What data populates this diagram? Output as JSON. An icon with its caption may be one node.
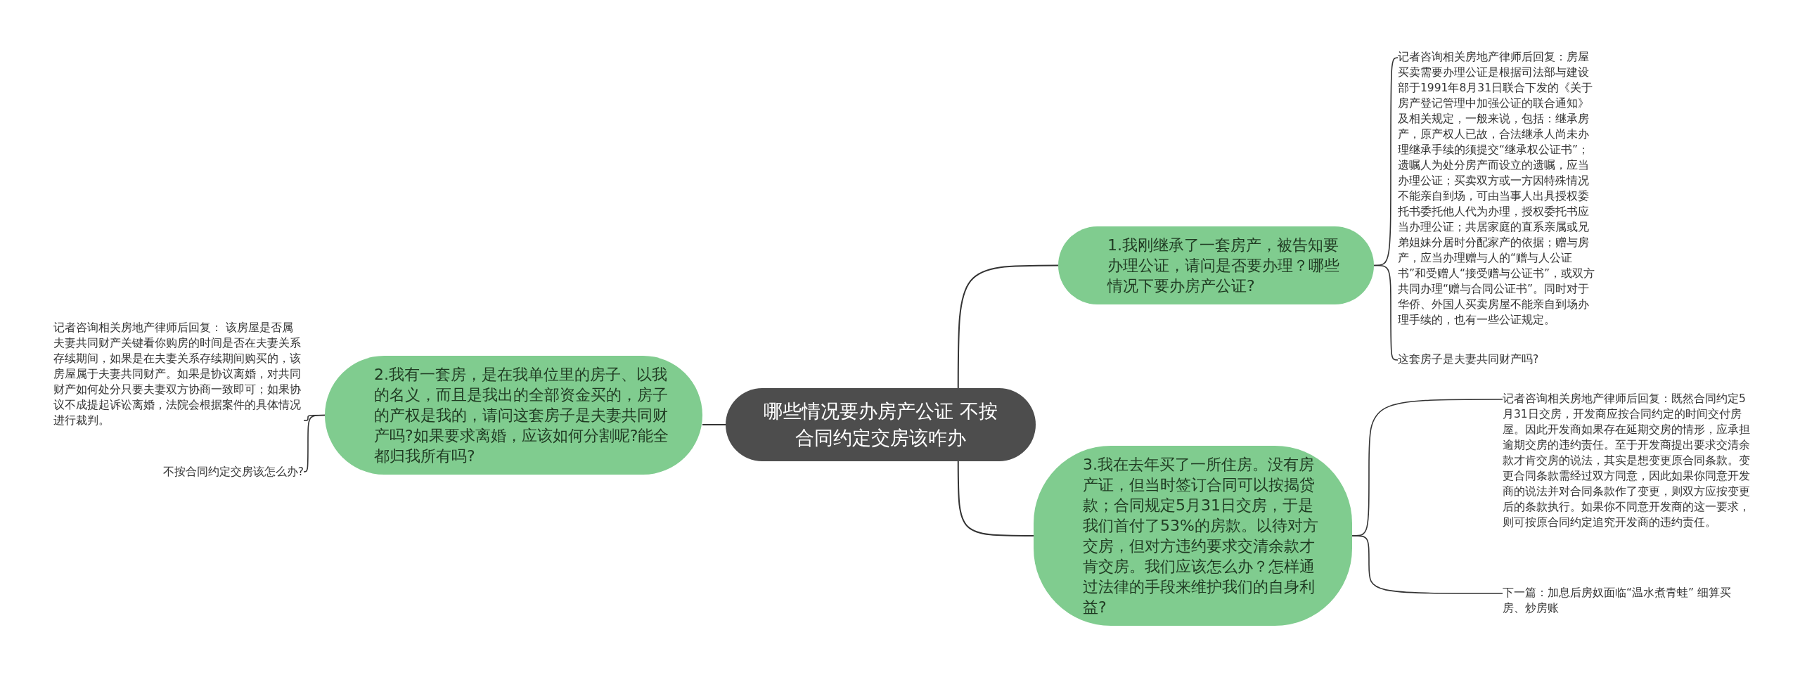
{
  "diagram": {
    "nodes": [
      {
        "text": [
          "哪些情况要办房产公证 不按合同约定交房该咋办"
        ]
      },
      {
        "text": [
          "1.我刚继承了一套房产，被告知要办理公证，请问是否要办理？哪些情况下要办房产公证?"
        ]
      },
      {
        "text": [
          "记者咨询相关房地产律师后回复：房屋买卖需要办理公证是根据司法部与建设部于1991年8月31日联合下发的《关于房产登记管理中加强公证的联合通知》及相关规定，一般来说，包括：继承房产，原产权人已故，合法继承人尚未办理继承手续的须提交“继承权公证书”；遗嘱人为处分房产而设立的遗嘱，应当办理公证；买卖双方或一方因特殊情况不能亲自到场，可由当事人出具授权委托书委托他人代为办理，授权委托书应当办理公证；共居家庭的直系亲属或兄弟姐妹分居时分配家产的依据；赠与房产，应当办理赠与人的“赠与人公证书”和受赠人“接受赠与公证书”，或双方共同办理“赠与合同公证书”。同时对于华侨、外国人买卖房屋不能亲自到场办理手续的，也有一些公证规定。"
        ]
      },
      {
        "text": [
          "这套房子是夫妻共同财产吗?"
        ]
      },
      {
        "text": [
          "2.我有一套房，是在我单位里的房子、以我的名义，而且是我出的全部资金买的，房子的产权是我的，请问这套房子是夫妻共同财产吗?如果要求离婚，应该如何分割呢?能全都归我所有吗?"
        ]
      },
      {
        "text": [
          "记者咨询相关房地产律师后回复： 该房屋是否属夫妻共同财产关键看你购房的时间是否在夫妻关系存续期间，如果是在夫妻关系存续期间购买的，该房屋属于夫妻共同财产。如果是协议离婚，对共同财产如何处分只要夫妻双方协商一致即可；如果协议不成提起诉讼离婚，法院会根据案件的具体情况进行裁判。"
        ]
      },
      {
        "text": [
          "不按合同约定交房该怎么办?"
        ]
      },
      {
        "text": [
          "3.我在去年买了一所住房。没有房产证，但当时签订合同可以按揭贷款；合同规定5月31日交房，于是我们首付了53%的房款。以待对方交房，但对方违约要求交清余款才肯交房。我们应该怎么办？怎样通过法律的手段来维护我们的自身利益?"
        ]
      },
      {
        "text": [
          "记者咨询相关房地产律师后回复：既然合同约定5月31日交房，开发商应按合同约定的时间交付房屋。因此开发商如果存在延期交房的情形，应承担逾期交房的违约责任。至于开发商提出要求交清余款才肯交房的说法，其实是想变更原合同条款。变更合同条款需经过双方同意，因此如果你同意开发商的说法并对合同条款作了变更，则双方应按变更后的条款执行。如果你不同意开发商的这一要求，则可按原合同约定追究开发商的违约责任。"
        ]
      },
      {
        "text": [
          "下一篇：加息后房奴面临“温水煮青蛙” 细算买房、炒房账"
        ]
      }
    ],
    "edges": [
      {
        "from": 0,
        "to": 1,
        "arrow": "none"
      },
      {
        "from": 0,
        "to": 4,
        "arrow": "none"
      },
      {
        "from": 0,
        "to": 7,
        "arrow": "none"
      },
      {
        "from": 1,
        "to": 2,
        "arrow": "none"
      },
      {
        "from": 1,
        "to": 3,
        "arrow": "none"
      },
      {
        "from": 4,
        "to": 5,
        "arrow": "none"
      },
      {
        "from": 4,
        "to": 6,
        "arrow": "none"
      },
      {
        "from": 7,
        "to": 8,
        "arrow": "none"
      },
      {
        "from": 7,
        "to": 9,
        "arrow": "none"
      }
    ]
  }
}
